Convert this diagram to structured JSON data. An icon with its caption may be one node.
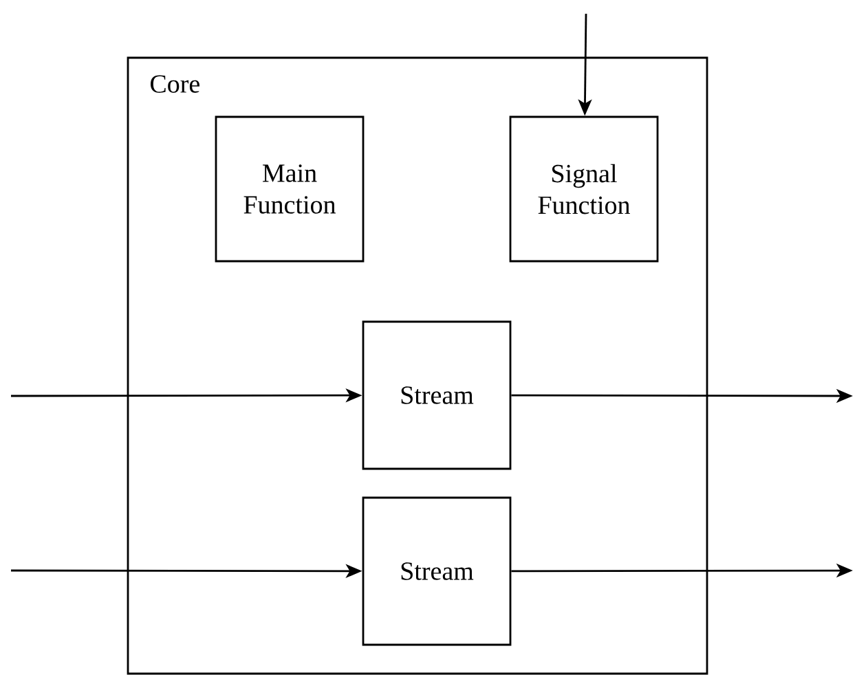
{
  "diagram": {
    "nodes": [
      {
        "text": [
          "Core"
        ]
      },
      {
        "text": [
          "Main Function"
        ],
        "in": 0
      },
      {
        "text": [
          "Signal Function"
        ],
        "in": 0
      },
      {
        "text": [
          "Stream"
        ],
        "in": 0
      },
      {
        "text": [
          "Stream"
        ],
        "in": 0
      }
    ],
    "edges": [
      {
        "from": null,
        "to": 2,
        "arrow": "to"
      },
      {
        "from": null,
        "to": 3,
        "arrow": "to"
      },
      {
        "from": 3,
        "to": null,
        "arrow": "to"
      },
      {
        "from": null,
        "to": 4,
        "arrow": "to"
      },
      {
        "from": 4,
        "to": null,
        "arrow": "to"
      }
    ]
  }
}
